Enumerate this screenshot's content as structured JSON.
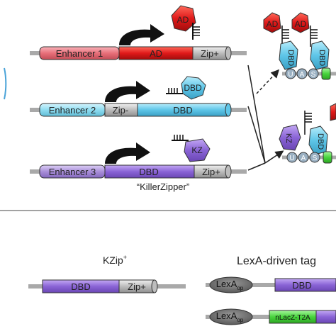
{
  "top_panel": {
    "constructs": [
      {
        "enhancer": "Enhancer 1",
        "segment_a": "AD",
        "segment_b": "Zip+",
        "protein": "AD"
      },
      {
        "enhancer": "Enhancer 2",
        "segment_a": "Zip-",
        "segment_b": "DBD",
        "protein": "DBD"
      },
      {
        "enhancer": "Enhancer 3",
        "segment_a": "DBD",
        "segment_b": "Zip+",
        "protein": "KZ"
      }
    ],
    "killer_label": "“KillerZipper”",
    "complex_top": {
      "ad_left": "AD",
      "ad_right": "AD",
      "dbd_left": "DBD",
      "dbd_right": "DBD",
      "site_u": "U",
      "site_a": "A",
      "site_s": "S"
    },
    "complex_bottom": {
      "kz": "KZ",
      "dbd": "DBD",
      "site_u": "U",
      "site_a": "A",
      "site_s": "S"
    }
  },
  "bottom_panel": {
    "kzip_title_main": "KZip",
    "kzip_title_sup": "+",
    "kzip_segment_a": "DBD",
    "kzip_segment_b": "Zip+",
    "lexa_title": "LexA-driven tag",
    "lexa_row1_promoter": "LexA",
    "lexa_row1_promoter_sub": "op",
    "lexa_row1_segment": "DBD",
    "lexa_row2_promoter": "LexA",
    "lexa_row2_promoter_sub": "op",
    "lexa_row2_segment": "nLacZ-T2A"
  },
  "colors": {
    "enhancer1": "#e8707a",
    "enhancer2": "#7fd3ea",
    "enhancer3": "#a98fd8",
    "ad": "#e01a1a",
    "dbd": "#5fc6e8",
    "dbd_purple": "#8a64d6",
    "zip": "#bdbdbd",
    "lexa": "#7a7a7a",
    "nlacz": "#47d43c"
  }
}
